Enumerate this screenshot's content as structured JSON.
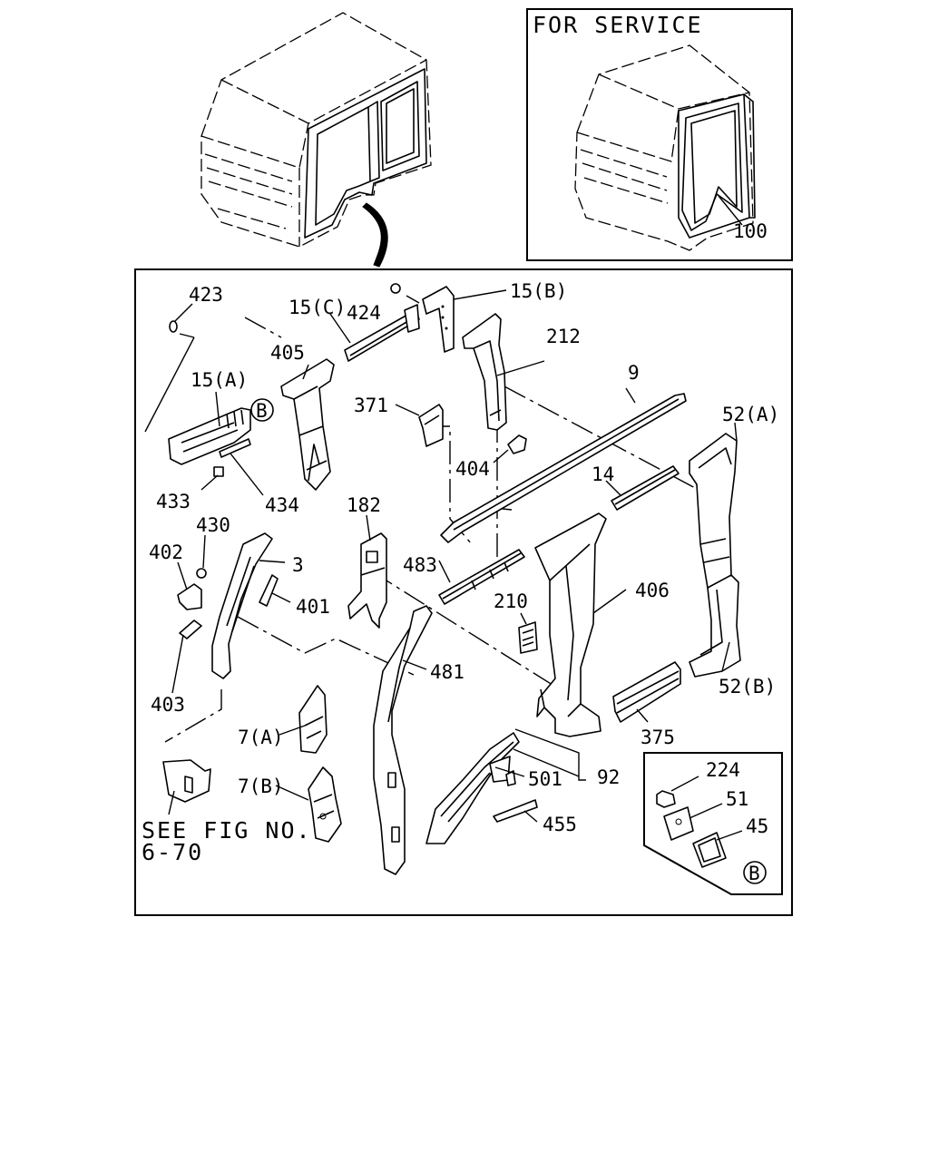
{
  "service_box": {
    "title": "FOR SERVICE",
    "part": "100"
  },
  "labels": {
    "l423": "423",
    "l15c": "15(C)",
    "l424": "424",
    "l15b": "15(B)",
    "l212": "212",
    "l405": "405",
    "l15a": "15(A)",
    "l371": "371",
    "l9": "9",
    "l52a": "52(A)",
    "l404": "404",
    "l14": "14",
    "l433": "433",
    "l434": "434",
    "l182": "182",
    "l430": "430",
    "l402": "402",
    "l3": "3",
    "l483": "483",
    "l401": "401",
    "l210": "210",
    "l406": "406",
    "l481": "481",
    "l403": "403",
    "l52b": "52(B)",
    "l7a": "7(A)",
    "l375": "375",
    "l224": "224",
    "l501": "501",
    "l92": "92",
    "l51": "51",
    "l7b": "7(B)",
    "l455": "455",
    "l45": "45"
  },
  "callouts": {
    "b1": "B",
    "b2": "B"
  },
  "note": {
    "line1": "SEE FIG NO.",
    "line2": "6-70"
  }
}
